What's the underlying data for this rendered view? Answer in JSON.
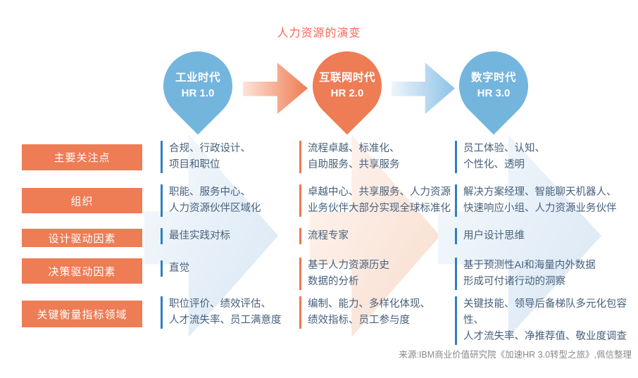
{
  "title": "人力资源的演变",
  "source": "来源:IBM商业价值研究院《加速HR 3.0转型之旅》,佩信整理",
  "colors": {
    "accent_orange": "#ee7c55",
    "accent_blue": "#74b5de",
    "bar_blue": "#2e7fc1",
    "bar_orange": "#f0774e",
    "title_color": "#f7695a",
    "body_text": "#48617c"
  },
  "eras": [
    {
      "era": "工业时代",
      "version": "HR 1.0"
    },
    {
      "era": "互联网时代",
      "version": "HR 2.0"
    },
    {
      "era": "数字时代",
      "version": "HR 3.0"
    }
  ],
  "rows": [
    {
      "label": "主要关注点",
      "hr1": [
        "合规、行政设计、",
        "项目和职位"
      ],
      "hr2": [
        "流程卓越、标准化、",
        "自助服务、共享服务"
      ],
      "hr3": [
        "员工体验、认知、",
        "个性化、透明"
      ]
    },
    {
      "label": "组织",
      "hr1": [
        "职能、服务中心、",
        "人力资源伙伴区域化"
      ],
      "hr2": [
        "卓越中心、共享服务、人力资源",
        "业务伙伴大部分实现全球标准化"
      ],
      "hr3": [
        "解决方案经理、智能聊天机器人、",
        "快速响应小组、人力资源业务伙伴"
      ]
    },
    {
      "label": "设计驱动因素",
      "hr1": [
        "最佳实践对标"
      ],
      "hr2": [
        "流程专家"
      ],
      "hr3": [
        "用户设计思维"
      ]
    },
    {
      "label": "决策驱动因素",
      "hr1": [
        "直觉"
      ],
      "hr2": [
        "基于人力资源历史",
        "数据的分析"
      ],
      "hr3": [
        "基于预测性AI和海量内外数据",
        "形成可付诸行动的洞察"
      ]
    },
    {
      "label": "关键衡量指标领域",
      "hr1": [
        "职位评价、绩效评估、",
        "人才流失率、员工满意度"
      ],
      "hr2": [
        "编制、能力、多样化体现、",
        "绩效指标、员工参与度"
      ],
      "hr3": [
        "关键技能、领导后备梯队多元化包容性、",
        "人才流失率、净推荐值、敬业度调查"
      ]
    }
  ]
}
